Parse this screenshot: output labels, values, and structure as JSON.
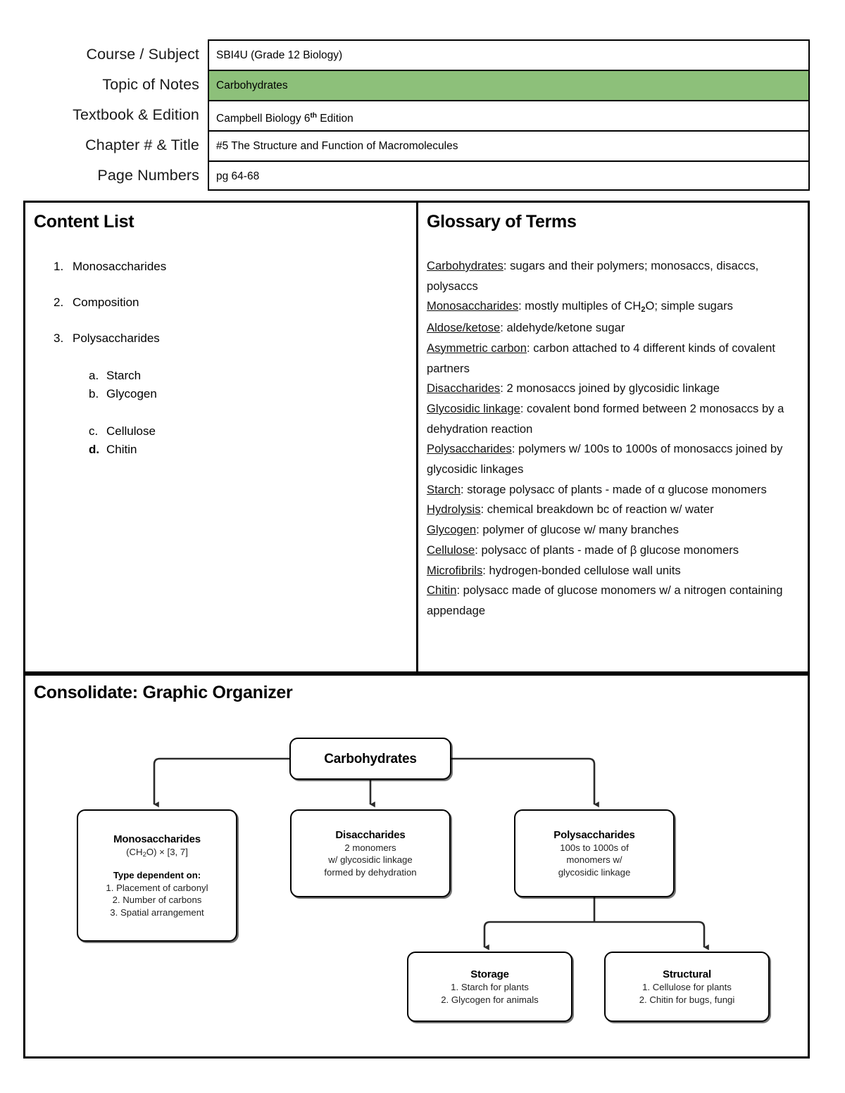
{
  "header": {
    "rows": [
      {
        "label": "Course / Subject",
        "value": "SBI4U (Grade 12 Biology)",
        "highlight": false
      },
      {
        "label": "Topic of Notes",
        "value": "Carbohydrates",
        "highlight": true
      },
      {
        "label": "Textbook & Edition",
        "value": "Campbell Biology 6",
        "sup": "th",
        "value2": " Edition",
        "highlight": false
      },
      {
        "label": "Chapter # & Title",
        "value": "#5 The Structure and Function of Macromolecules",
        "highlight": false
      },
      {
        "label": "Page Numbers",
        "value": "pg 64-68",
        "highlight": false
      }
    ],
    "highlight_color": "#8dc07a"
  },
  "content_list": {
    "title": "Content List",
    "items": [
      {
        "marker": "1.",
        "label": "Monosaccharides"
      },
      {
        "marker": "2.",
        "label": "Composition"
      },
      {
        "marker": "3.",
        "label": "Polysaccharides"
      }
    ],
    "subitems_a": [
      {
        "marker": "a.",
        "label": "Starch"
      },
      {
        "marker": "b.",
        "label": "Glycogen"
      }
    ],
    "subitems_b": [
      {
        "marker": "c.",
        "label": "Cellulose"
      },
      {
        "marker": "d.",
        "label": "Chitin",
        "bold_marker": true
      }
    ]
  },
  "glossary": {
    "title": "Glossary of Terms",
    "entries": [
      {
        "term": "Carbohydrates",
        "definition": ": sugars and their polymers; monosaccs, disaccs, polysaccs"
      },
      {
        "term": "Monosaccharides",
        "definition": ": mostly multiples of CH",
        "sub": "2",
        "definition2": "O; simple sugars"
      },
      {
        "term": "Aldose/ketose",
        "definition": ": aldehyde/ketone sugar"
      },
      {
        "term": "Asymmetric carbon",
        "definition": ": carbon attached to 4 different kinds of covalent partners"
      },
      {
        "term": "Disaccharides",
        "definition": ": 2 monosaccs joined by glycosidic linkage"
      },
      {
        "term": "Glycosidic linkage",
        "definition": ": covalent bond formed between 2 monosaccs by a dehydration reaction"
      },
      {
        "term": "Polysaccharides",
        "definition": ": polymers w/ 100s to 1000s of monosaccs joined by glycosidic linkages"
      },
      {
        "term": "Starch",
        "definition": ": storage polysacc of plants - made of α glucose monomers"
      },
      {
        "term": "Hydrolysis",
        "definition": ": chemical breakdown bc of reaction w/ water"
      },
      {
        "term": "Glycogen",
        "definition": ": polymer of glucose w/ many branches"
      },
      {
        "term": "Cellulose",
        "definition": ": polysacc of plants - made of β glucose monomers"
      },
      {
        "term": "Microfibrils",
        "definition": ": hydrogen-bonded cellulose wall units"
      },
      {
        "term": "Chitin",
        "definition": ": polysacc made of glucose monomers w/ a nitrogen containing appendage"
      }
    ]
  },
  "organizer": {
    "title": "Consolidate: Graphic Organizer",
    "nodes": {
      "root": {
        "title": "Carbohydrates"
      },
      "mono": {
        "title": "Monosaccharides",
        "formula_pre": "(CH",
        "formula_sub": "2",
        "formula_post": "O) × [3, 7]",
        "sub_head": "Type dependent on:",
        "lines": [
          "1. Placement of carbonyl",
          "2. Number of carbons",
          "3. Spatial arrangement"
        ]
      },
      "di": {
        "title": "Disaccharides",
        "lines": [
          "2 monomers",
          "w/ glycosidic linkage",
          "formed by dehydration"
        ]
      },
      "poly": {
        "title": "Polysaccharides",
        "lines": [
          "100s to 1000s of",
          "monomers w/",
          "glycosidic linkage"
        ]
      },
      "storage": {
        "title": "Storage",
        "lines": [
          "1. Starch for plants",
          "2. Glycogen for animals"
        ]
      },
      "structural": {
        "title": "Structural",
        "lines": [
          "1. Cellulose for plants",
          "2. Chitin for bugs, fungi"
        ]
      }
    }
  }
}
